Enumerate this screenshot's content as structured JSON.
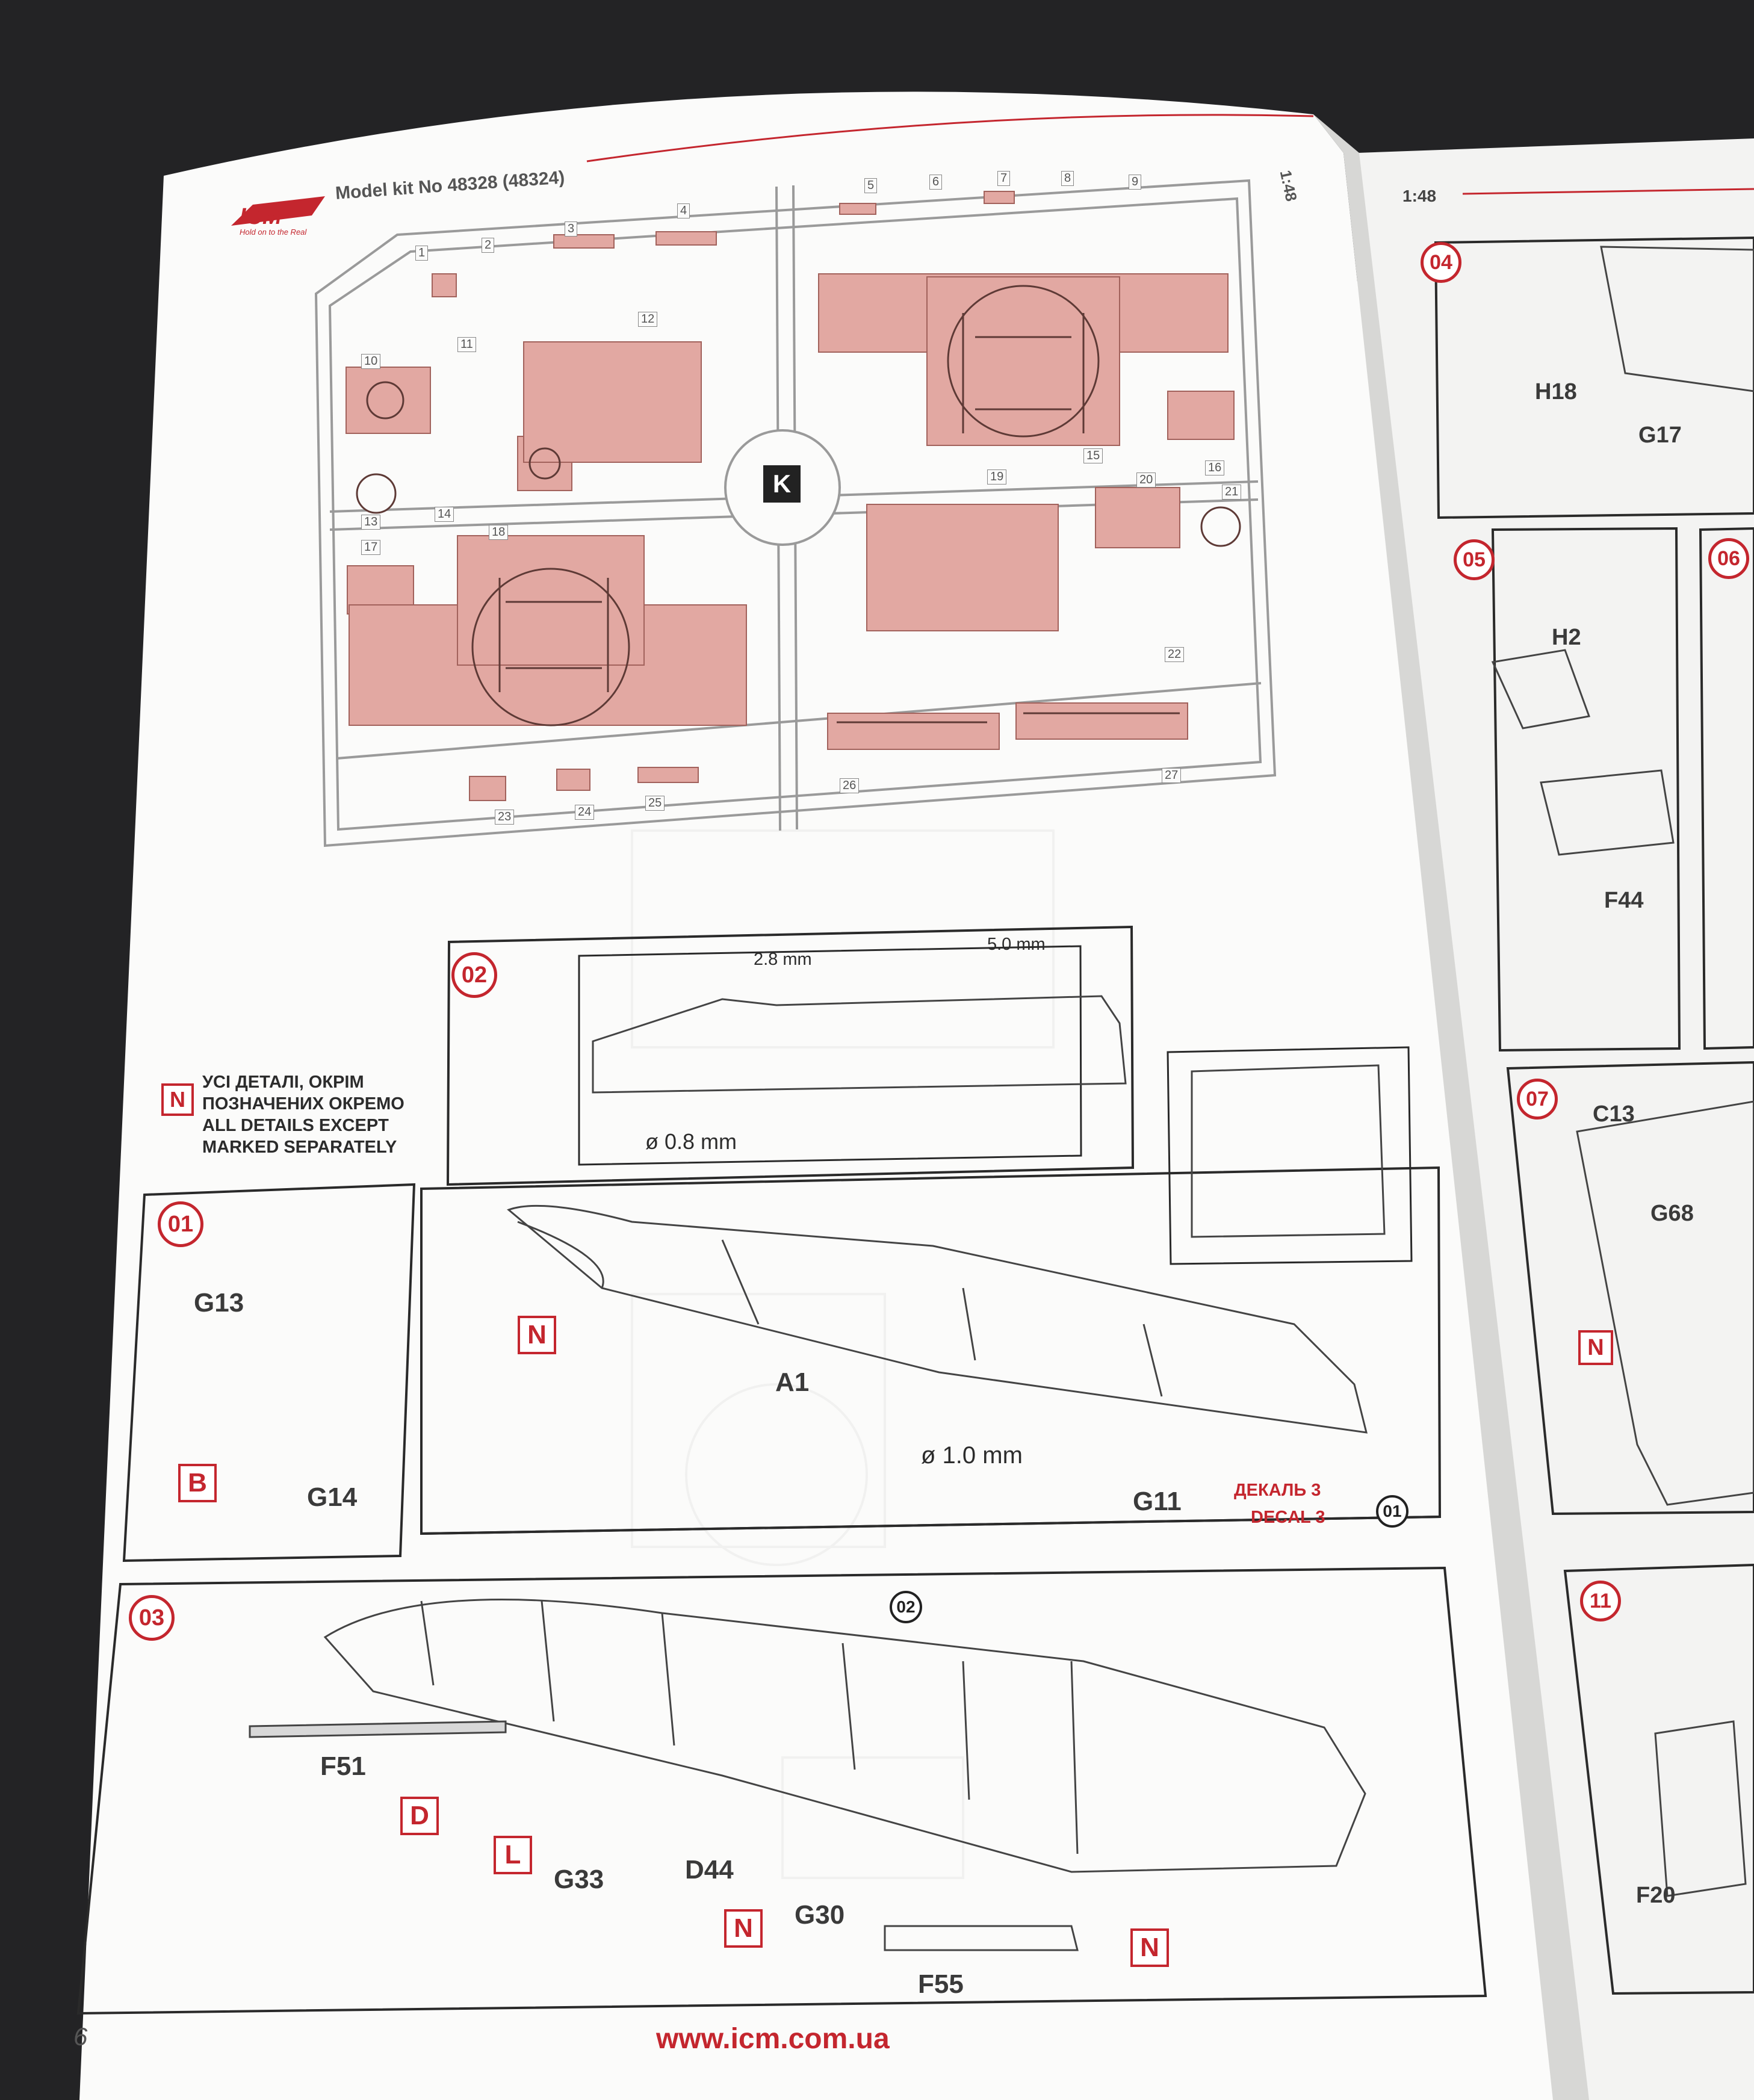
{
  "header": {
    "brand": "ICM",
    "brand_tagline": "Hold on to the Real",
    "model_kit": "Model kit No 48328 (48324)",
    "scale_left": "1:48",
    "scale_right": "1:48"
  },
  "sprue": {
    "letter": "K",
    "part_numbers": [
      "1",
      "2",
      "3",
      "4",
      "5",
      "6",
      "7",
      "8",
      "9",
      "10",
      "11",
      "12",
      "13",
      "14",
      "15",
      "16",
      "17",
      "18",
      "19",
      "20",
      "21",
      "22",
      "23",
      "24",
      "25",
      "26",
      "27"
    ]
  },
  "legend": {
    "tag": "N",
    "line1": "УСІ ДЕТАЛІ, ОКРІМ",
    "line2": "ПОЗНАЧЕНИХ ОКРЕМО",
    "line3": "ALL DETAILS EXCEPT",
    "line4": "MARKED SEPARATELY"
  },
  "steps": {
    "s01": {
      "number": "01",
      "parts": [
        "G13",
        "G14"
      ],
      "tag": "B"
    },
    "s02": {
      "number": "02",
      "dim_a": "2.8 mm",
      "dim_b": "5.0 mm",
      "drill_small": "ø 0.8 mm",
      "drill_large": "ø 1.0 mm",
      "tag": "N",
      "part_main": "A1",
      "part_g11": "G11",
      "decal_ua": "ДЕКАЛЬ 3",
      "decal_en": "DECAL 3",
      "ref": "01"
    },
    "s03": {
      "number": "03",
      "ref": "02",
      "parts": {
        "f51": "F51",
        "g33": "G33",
        "d44": "D44",
        "g30": "G30",
        "f55": "F55"
      },
      "tags": {
        "d": "D",
        "l": "L",
        "n1": "N",
        "n2": "N"
      }
    },
    "s04": {
      "number": "04",
      "parts": [
        "H18",
        "G17"
      ]
    },
    "s05": {
      "number": "05",
      "parts": [
        "H2",
        "F44"
      ]
    },
    "s06": {
      "number": "06"
    },
    "s07": {
      "number": "07",
      "parts": [
        "C13",
        "G68"
      ],
      "tag": "N"
    },
    "s11": {
      "number": "11",
      "parts": [
        "F20"
      ]
    }
  },
  "footer": {
    "page_number": "6",
    "website": "www.icm.com.ua"
  },
  "colors": {
    "accent_red": "#c4262e",
    "sprue_fill": "#e2a8a2",
    "paper": "#fbfbfa",
    "background": "#232325"
  }
}
